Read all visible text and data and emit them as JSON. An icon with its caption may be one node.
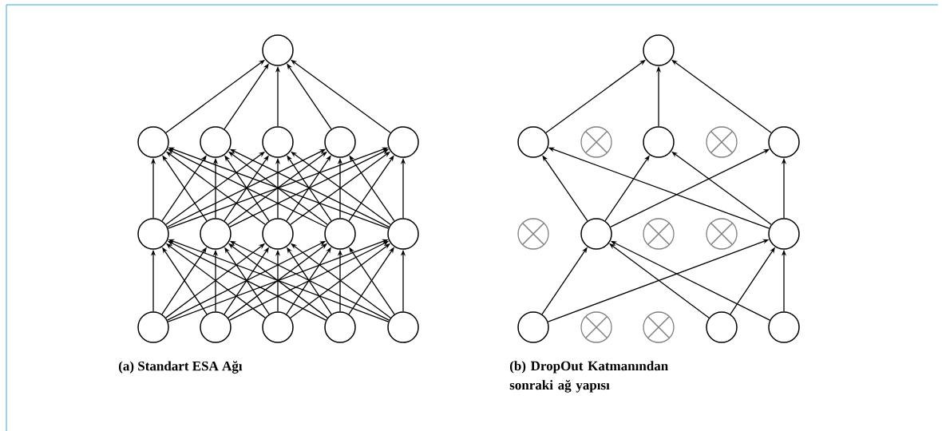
{
  "diagram": {
    "nodes": [
      {
        "text": [],
        "shape": "circle"
      },
      {
        "text": [],
        "shape": "circle"
      },
      {
        "text": [],
        "shape": "circle"
      },
      {
        "text": [],
        "shape": "circle"
      },
      {
        "text": [],
        "shape": "circle"
      },
      {
        "text": [],
        "shape": "circle"
      },
      {
        "text": [],
        "shape": "circle"
      },
      {
        "text": [],
        "shape": "circle"
      },
      {
        "text": [],
        "shape": "circle"
      },
      {
        "text": [],
        "shape": "circle"
      },
      {
        "text": [],
        "shape": "circle"
      },
      {
        "text": [],
        "shape": "circle"
      },
      {
        "text": [],
        "shape": "circle"
      },
      {
        "text": [],
        "shape": "circle"
      },
      {
        "text": [],
        "shape": "circle"
      },
      {
        "text": [],
        "shape": "circle"
      },
      {
        "text": [],
        "shape": "circle"
      },
      {
        "text": [],
        "shape": "circle"
      },
      {
        "text": [],
        "shape": "crossed"
      },
      {
        "text": [],
        "shape": "circle"
      },
      {
        "text": [],
        "shape": "crossed"
      },
      {
        "text": [],
        "shape": "circle"
      },
      {
        "text": [],
        "shape": "crossed"
      },
      {
        "text": [],
        "shape": "circle"
      },
      {
        "text": [],
        "shape": "crossed"
      },
      {
        "text": [],
        "shape": "crossed"
      },
      {
        "text": [],
        "shape": "circle"
      },
      {
        "text": [],
        "shape": "circle"
      },
      {
        "text": [],
        "shape": "crossed"
      },
      {
        "text": [],
        "shape": "crossed"
      },
      {
        "text": [],
        "shape": "circle"
      },
      {
        "text": [],
        "shape": "circle"
      }
    ],
    "edges": [
      {
        "from": 11,
        "to": 6,
        "arrow": "to"
      },
      {
        "from": 11,
        "to": 7,
        "arrow": "to"
      },
      {
        "from": 11,
        "to": 8,
        "arrow": "to"
      },
      {
        "from": 11,
        "to": 9,
        "arrow": "to"
      },
      {
        "from": 11,
        "to": 10,
        "arrow": "to"
      },
      {
        "from": 12,
        "to": 6,
        "arrow": "to"
      },
      {
        "from": 12,
        "to": 7,
        "arrow": "to"
      },
      {
        "from": 12,
        "to": 8,
        "arrow": "to"
      },
      {
        "from": 12,
        "to": 9,
        "arrow": "to"
      },
      {
        "from": 12,
        "to": 10,
        "arrow": "to"
      },
      {
        "from": 13,
        "to": 6,
        "arrow": "to"
      },
      {
        "from": 13,
        "to": 7,
        "arrow": "to"
      },
      {
        "from": 13,
        "to": 8,
        "arrow": "to"
      },
      {
        "from": 13,
        "to": 9,
        "arrow": "to"
      },
      {
        "from": 13,
        "to": 10,
        "arrow": "to"
      },
      {
        "from": 14,
        "to": 6,
        "arrow": "to"
      },
      {
        "from": 14,
        "to": 7,
        "arrow": "to"
      },
      {
        "from": 14,
        "to": 8,
        "arrow": "to"
      },
      {
        "from": 14,
        "to": 9,
        "arrow": "to"
      },
      {
        "from": 14,
        "to": 10,
        "arrow": "to"
      },
      {
        "from": 15,
        "to": 6,
        "arrow": "to"
      },
      {
        "from": 15,
        "to": 7,
        "arrow": "to"
      },
      {
        "from": 15,
        "to": 8,
        "arrow": "to"
      },
      {
        "from": 15,
        "to": 9,
        "arrow": "to"
      },
      {
        "from": 15,
        "to": 10,
        "arrow": "to"
      },
      {
        "from": 6,
        "to": 1,
        "arrow": "to"
      },
      {
        "from": 6,
        "to": 2,
        "arrow": "to"
      },
      {
        "from": 6,
        "to": 3,
        "arrow": "to"
      },
      {
        "from": 6,
        "to": 4,
        "arrow": "to"
      },
      {
        "from": 6,
        "to": 5,
        "arrow": "to"
      },
      {
        "from": 7,
        "to": 1,
        "arrow": "to"
      },
      {
        "from": 7,
        "to": 2,
        "arrow": "to"
      },
      {
        "from": 7,
        "to": 3,
        "arrow": "to"
      },
      {
        "from": 7,
        "to": 4,
        "arrow": "to"
      },
      {
        "from": 7,
        "to": 5,
        "arrow": "to"
      },
      {
        "from": 8,
        "to": 1,
        "arrow": "to"
      },
      {
        "from": 8,
        "to": 2,
        "arrow": "to"
      },
      {
        "from": 8,
        "to": 3,
        "arrow": "to"
      },
      {
        "from": 8,
        "to": 4,
        "arrow": "to"
      },
      {
        "from": 8,
        "to": 5,
        "arrow": "to"
      },
      {
        "from": 9,
        "to": 1,
        "arrow": "to"
      },
      {
        "from": 9,
        "to": 2,
        "arrow": "to"
      },
      {
        "from": 9,
        "to": 3,
        "arrow": "to"
      },
      {
        "from": 9,
        "to": 4,
        "arrow": "to"
      },
      {
        "from": 9,
        "to": 5,
        "arrow": "to"
      },
      {
        "from": 10,
        "to": 1,
        "arrow": "to"
      },
      {
        "from": 10,
        "to": 2,
        "arrow": "to"
      },
      {
        "from": 10,
        "to": 3,
        "arrow": "to"
      },
      {
        "from": 10,
        "to": 4,
        "arrow": "to"
      },
      {
        "from": 10,
        "to": 5,
        "arrow": "to"
      },
      {
        "from": 1,
        "to": 0,
        "arrow": "to"
      },
      {
        "from": 2,
        "to": 0,
        "arrow": "to"
      },
      {
        "from": 3,
        "to": 0,
        "arrow": "to"
      },
      {
        "from": 4,
        "to": 0,
        "arrow": "to"
      },
      {
        "from": 5,
        "to": 0,
        "arrow": "to"
      },
      {
        "from": 27,
        "to": 23,
        "arrow": "to"
      },
      {
        "from": 27,
        "to": 26,
        "arrow": "to"
      },
      {
        "from": 30,
        "to": 23,
        "arrow": "to"
      },
      {
        "from": 30,
        "to": 26,
        "arrow": "to"
      },
      {
        "from": 31,
        "to": 23,
        "arrow": "to"
      },
      {
        "from": 31,
        "to": 26,
        "arrow": "to"
      },
      {
        "from": 23,
        "to": 17,
        "arrow": "to"
      },
      {
        "from": 23,
        "to": 19,
        "arrow": "to"
      },
      {
        "from": 23,
        "to": 21,
        "arrow": "to"
      },
      {
        "from": 26,
        "to": 17,
        "arrow": "to"
      },
      {
        "from": 26,
        "to": 19,
        "arrow": "to"
      },
      {
        "from": 26,
        "to": 21,
        "arrow": "to"
      },
      {
        "from": 17,
        "to": 16,
        "arrow": "to"
      },
      {
        "from": 19,
        "to": 16,
        "arrow": "to"
      },
      {
        "from": 21,
        "to": 16,
        "arrow": "to"
      }
    ],
    "labels": [
      "(a)  Standart ESA Ağı",
      "(b) DropOut Katmanından sonraki ağ yapısı"
    ]
  }
}
